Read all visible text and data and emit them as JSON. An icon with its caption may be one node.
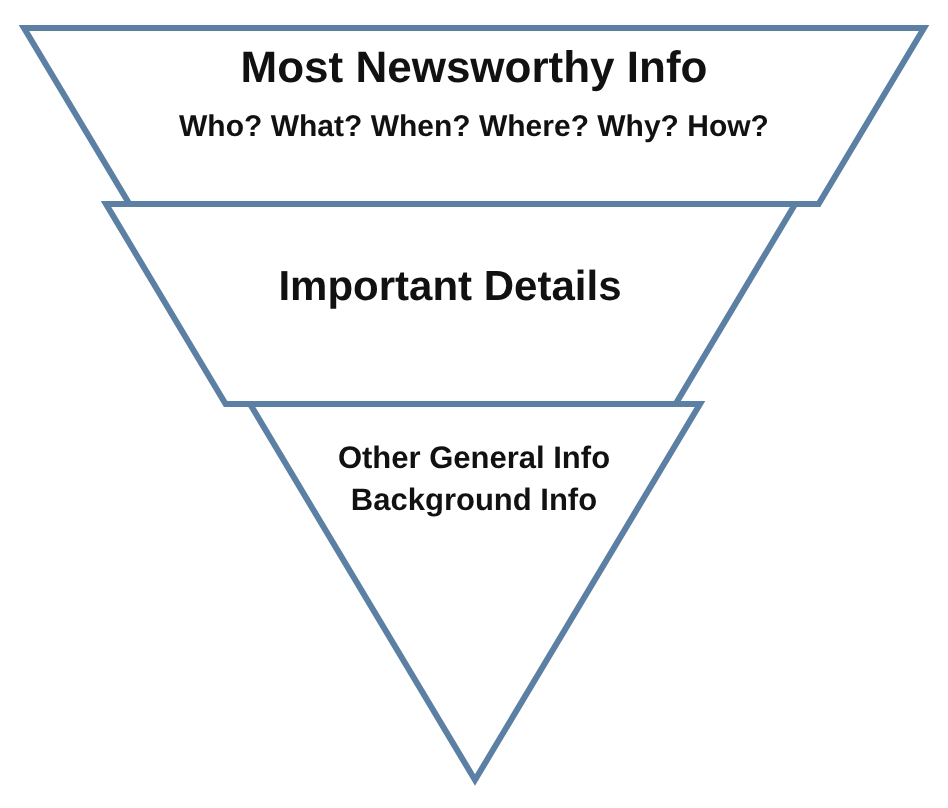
{
  "diagram": {
    "nodes": [
      {
        "text": [
          "Most Newsworthy Info",
          "Who? What? When? Where? Why? How?"
        ]
      },
      {
        "text": [
          "Important Details"
        ]
      },
      {
        "text": [
          "Other General Info Background Info"
        ]
      }
    ]
  }
}
